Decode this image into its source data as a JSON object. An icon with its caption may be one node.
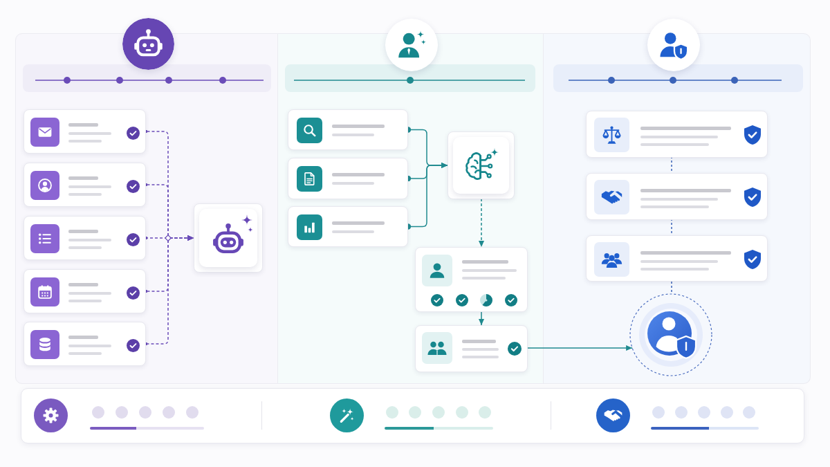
{
  "diagram": {
    "nodes": [
      {
        "text": [],
        "shape": "box"
      },
      {
        "text": [],
        "shape": "box"
      },
      {
        "text": [],
        "shape": "box"
      },
      {
        "text": [],
        "shape": "box"
      },
      {
        "text": [],
        "shape": "box"
      },
      {
        "text": [],
        "shape": "box"
      },
      {
        "text": [],
        "shape": "box"
      },
      {
        "text": [],
        "shape": "box"
      },
      {
        "text": [],
        "shape": "box"
      },
      {
        "text": [],
        "shape": "box"
      },
      {
        "text": [],
        "shape": "box"
      },
      {
        "text": [],
        "shape": "box"
      },
      {
        "text": [],
        "shape": "box"
      },
      {
        "text": [],
        "shape": "box"
      },
      {
        "text": [],
        "shape": "box"
      },
      {
        "text": [],
        "shape": "circle"
      }
    ],
    "edges": [
      {
        "from": 0,
        "to": 5,
        "arrow": "to",
        "style": "dashed",
        "color": "#6a4cb8"
      },
      {
        "from": 1,
        "to": 5,
        "arrow": "to",
        "style": "dashed",
        "color": "#6a4cb8"
      },
      {
        "from": 2,
        "to": 5,
        "arrow": "to",
        "style": "dashed",
        "color": "#6a4cb8"
      },
      {
        "from": 3,
        "to": 5,
        "arrow": "to",
        "style": "dashed",
        "color": "#6a4cb8"
      },
      {
        "from": 4,
        "to": 5,
        "arrow": "to",
        "style": "dashed",
        "color": "#6a4cb8"
      },
      {
        "from": 6,
        "to": 9,
        "arrow": "to"
      },
      {
        "from": 7,
        "to": 9,
        "arrow": "to"
      },
      {
        "from": 8,
        "to": 9,
        "arrow": "to"
      },
      {
        "from": 9,
        "to": 10,
        "arrow": "to",
        "style": "dashed"
      },
      {
        "from": 10,
        "to": 11,
        "arrow": "to"
      },
      {
        "from": 11,
        "to": 15,
        "arrow": "to"
      },
      {
        "from": 12,
        "to": 13,
        "arrow": "none",
        "style": "dashed",
        "color": "#3b63b8"
      },
      {
        "from": 13,
        "to": 14,
        "arrow": "none",
        "style": "dashed",
        "color": "#3b63b8"
      },
      {
        "from": 14,
        "to": 15,
        "arrow": "none",
        "style": "dashed",
        "color": "#3b63b8"
      }
    ]
  }
}
